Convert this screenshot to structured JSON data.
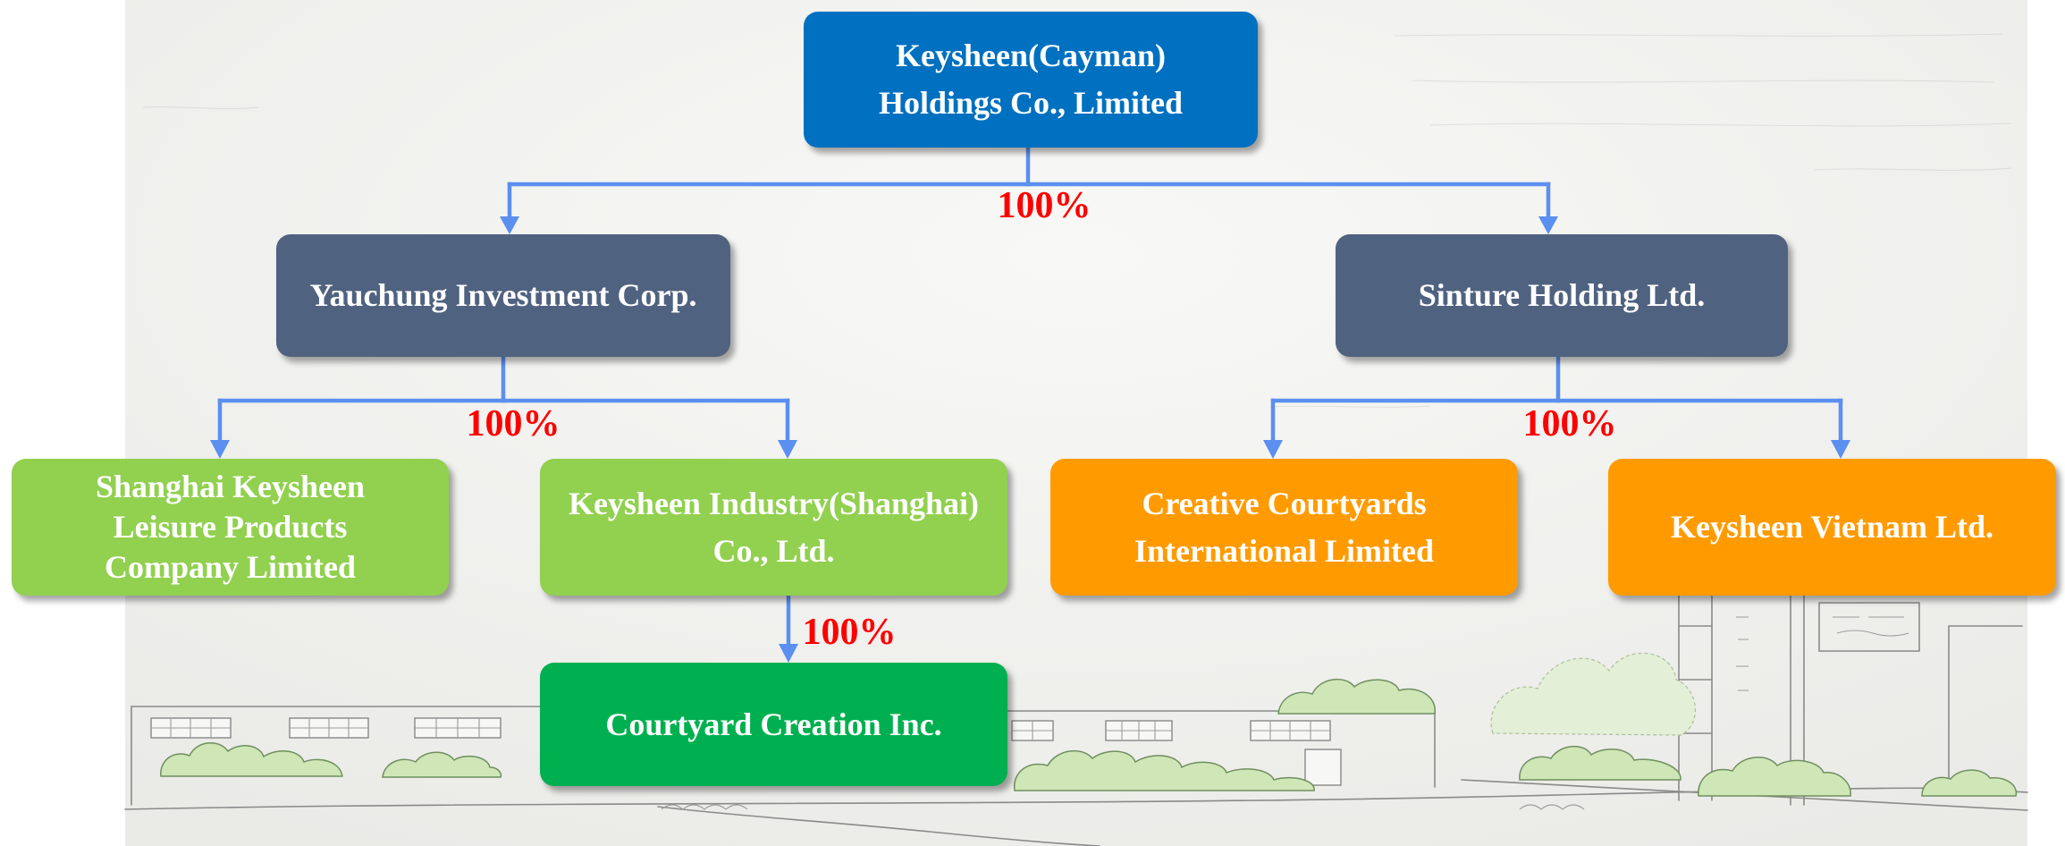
{
  "colors": {
    "root": "#0070C0",
    "holding": "#4F6280",
    "subsidiary_green": "#92D050",
    "subsidiary_orange": "#FF9B00",
    "subsidiary_dark_green": "#00B050",
    "node_text": "#FFFFFF",
    "connector": "#5B8FF0",
    "percent": "#FF0000"
  },
  "org_chart": {
    "root": {
      "lines": [
        "Keysheen(Cayman)",
        "Holdings Co., Limited"
      ],
      "children_share": "100%",
      "children": [
        {
          "lines": [
            "Yauchung Investment Corp."
          ],
          "children_share": "100%",
          "children": [
            {
              "lines": [
                "Shanghai Keysheen",
                "Leisure Products",
                "Company Limited"
              ]
            },
            {
              "lines": [
                "Keysheen Industry(Shanghai)",
                "Co., Ltd."
              ],
              "children_share": "100%",
              "children": [
                {
                  "lines": [
                    "Courtyard Creation Inc."
                  ]
                }
              ]
            }
          ]
        },
        {
          "lines": [
            "Sinture Holding Ltd."
          ],
          "children_share": "100%",
          "children": [
            {
              "lines": [
                "Creative Courtyards",
                "International Limited"
              ]
            },
            {
              "lines": [
                "Keysheen Vietnam Ltd."
              ]
            }
          ]
        }
      ]
    }
  }
}
